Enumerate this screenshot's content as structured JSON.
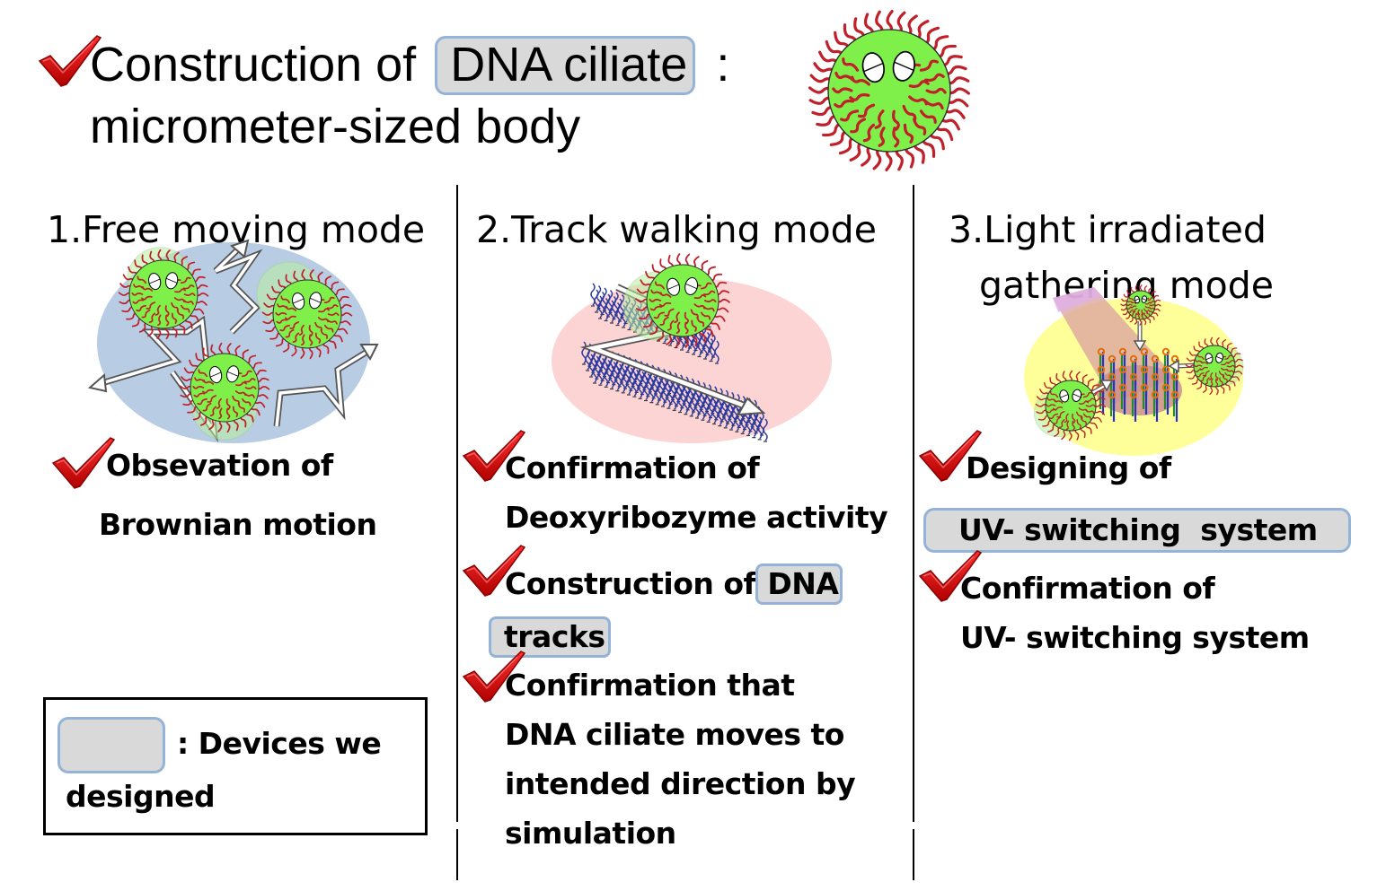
{
  "header": {
    "title_prefix": "Construction of",
    "title_highlight": "DNA ciliate",
    "title_colon": ":",
    "subtitle": "micrometer-sized body",
    "mascot_icon": "dna-ciliate-icon"
  },
  "colors": {
    "check_red": "#e00000",
    "device_fill": "#d9d9d9",
    "device_border": "#95b3d7",
    "ciliate_body": "#7ff04a",
    "cilia_red": "#c0202a",
    "mode1_bg": "#b8cce4",
    "mode2_bg": "#fdd4d4",
    "mode3_bg": "#ffff99"
  },
  "modes": [
    {
      "title": "1.Free moving mode",
      "items": [
        {
          "lines": [
            "Obsevation of",
            "Brownian motion"
          ]
        }
      ]
    },
    {
      "title": "2.Track walking mode",
      "items": [
        {
          "lines": [
            "Confirmation of",
            "Deoxyribozyme activity"
          ]
        },
        {
          "prefix": "Construction of",
          "highlight_1": "DNA",
          "highlight_2": "tracks"
        },
        {
          "lines": [
            "Confirmation that",
            "DNA ciliate moves to",
            "intended direction by",
            "simulation"
          ]
        }
      ]
    },
    {
      "title_lines": [
        "3.Light irradiated",
        "gathering mode"
      ],
      "items": [
        {
          "lines": [
            "Designing of"
          ],
          "highlight": "UV- switching  system"
        },
        {
          "lines": [
            "Confirmation of",
            "UV- switching system"
          ]
        }
      ]
    }
  ],
  "legend": {
    "label_line1": ": Devices we",
    "label_line2": "designed"
  }
}
